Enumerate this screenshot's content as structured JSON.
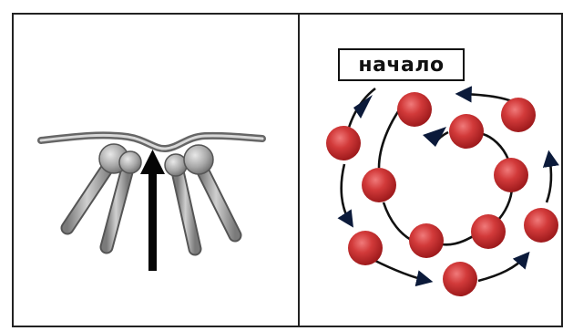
{
  "left_panel": {
    "description_icons": [
      "membrane-curve",
      "protein-legs",
      "up-arrow"
    ]
  },
  "right_panel": {
    "start_label": "начало",
    "colors": {
      "bead": "#c8262a",
      "bead_highlight": "#e85a5a",
      "arrow": "#0b1a3a",
      "path": "#111111"
    }
  }
}
